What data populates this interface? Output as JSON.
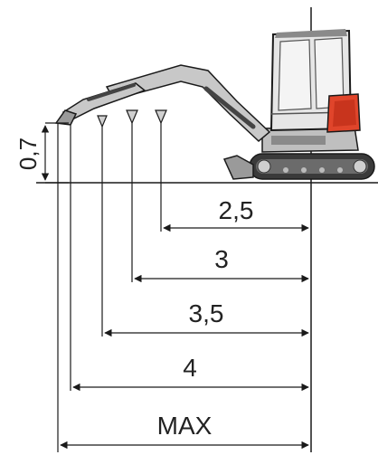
{
  "diagram": {
    "height_label": "0,7",
    "reach_labels": {
      "r25": "2,5",
      "r3": "3",
      "r35": "3,5",
      "r4": "4",
      "max": "MAX"
    }
  },
  "colors": {
    "line": "#1a1a1a",
    "machine_body": "#bfbfbf",
    "machine_dark": "#555555",
    "accent": "#e0452b",
    "glass": "#e6e6e6"
  }
}
